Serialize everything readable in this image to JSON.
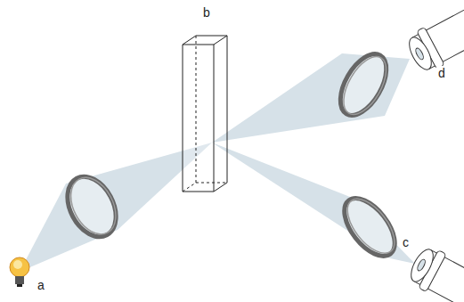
{
  "diagram": {
    "labels": [
      "b",
      "d",
      "c",
      "a"
    ]
  }
}
